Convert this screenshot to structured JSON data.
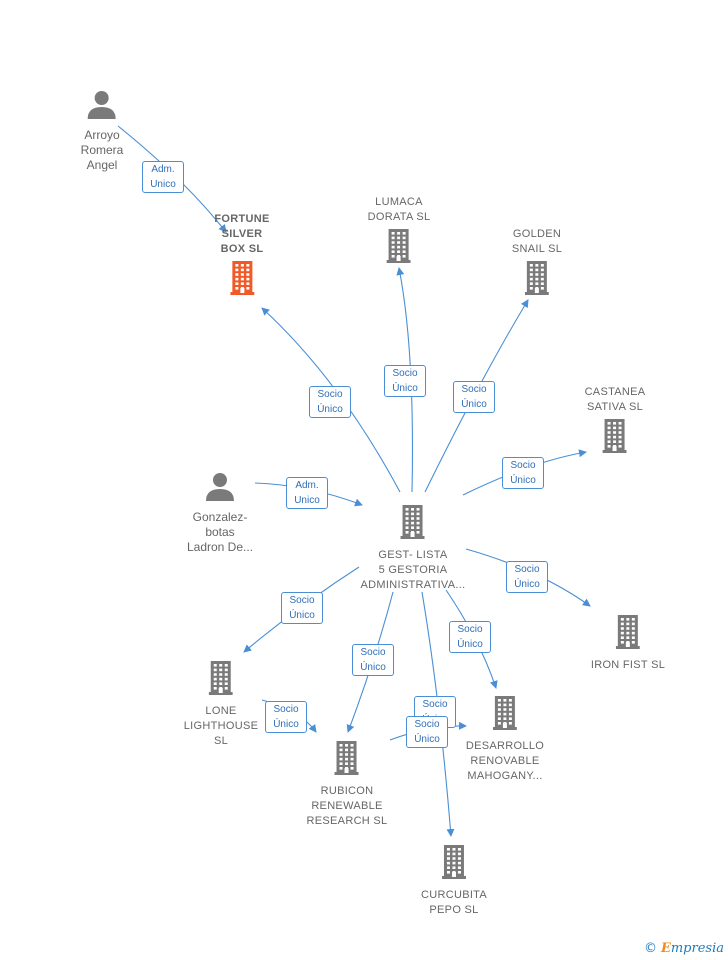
{
  "colors": {
    "edge": "#4a8fd6",
    "node_icon": "#7a7a7a",
    "highlight_icon": "#f05a28"
  },
  "nodes": [
    {
      "id": "arroyo",
      "type": "person",
      "label": "Arroyo\nRomera\nAngel"
    },
    {
      "id": "fortune",
      "type": "company",
      "highlight": true,
      "label": "FORTUNE\nSILVER\nBOX  SL"
    },
    {
      "id": "lumaca",
      "type": "company",
      "label": "LUMACA\nDORATA  SL"
    },
    {
      "id": "golden",
      "type": "company",
      "label": "GOLDEN\nSNAIL  SL"
    },
    {
      "id": "castanea",
      "type": "company",
      "label": "CASTANEA\nSATIVA  SL"
    },
    {
      "id": "gonzalez",
      "type": "person",
      "label": "Gonzalez-\nbotas\nLadron De..."
    },
    {
      "id": "gest",
      "type": "company",
      "label": "GEST- LISTA\n5 GESTORIA\nADMINISTRATIVA..."
    },
    {
      "id": "ironfist",
      "type": "company",
      "label": "IRON FIST  SL"
    },
    {
      "id": "lone",
      "type": "company",
      "label": "LONE\nLIGHTHOUSE\nSL"
    },
    {
      "id": "desarrollo",
      "type": "company",
      "label": "DESARROLLO\nRENOVABLE\nMAHOGANY..."
    },
    {
      "id": "rubicon",
      "type": "company",
      "label": "RUBICON\nRENEWABLE\nRESEARCH  SL"
    },
    {
      "id": "curcubita",
      "type": "company",
      "label": "CURCUBITA\nPEPO  SL"
    }
  ],
  "edges": [
    {
      "from": "arroyo",
      "to": "fortune",
      "label": "Adm.\nUnico"
    },
    {
      "from": "gest",
      "to": "fortune",
      "label": "Socio\nÚnico"
    },
    {
      "from": "gest",
      "to": "lumaca",
      "label": "Socio\nÚnico"
    },
    {
      "from": "gest",
      "to": "golden",
      "label": "Socio\nÚnico"
    },
    {
      "from": "gest",
      "to": "castanea",
      "label": "Socio\nÚnico"
    },
    {
      "from": "gonzalez",
      "to": "gest",
      "label": "Adm.\nUnico"
    },
    {
      "from": "gest",
      "to": "ironfist",
      "label": "Socio\nÚnico"
    },
    {
      "from": "gest",
      "to": "lone",
      "label": "Socio\nÚnico"
    },
    {
      "from": "gest",
      "to": "desarrollo",
      "label": "Socio\nÚnico"
    },
    {
      "from": "gest",
      "to": "rubicon",
      "label": "Socio\nÚnico"
    },
    {
      "from": "lone",
      "to": "rubicon",
      "label": "Socio\nÚnico"
    },
    {
      "from": "gest",
      "to": "curcubita",
      "label": "Socio\nÚnico"
    },
    {
      "from": "rubicon",
      "to": "desarrollo",
      "label": "Socio\nÚnico"
    }
  ],
  "credit": {
    "copyright": "©",
    "brand_initial": "E",
    "brand_rest": "mpresia"
  }
}
